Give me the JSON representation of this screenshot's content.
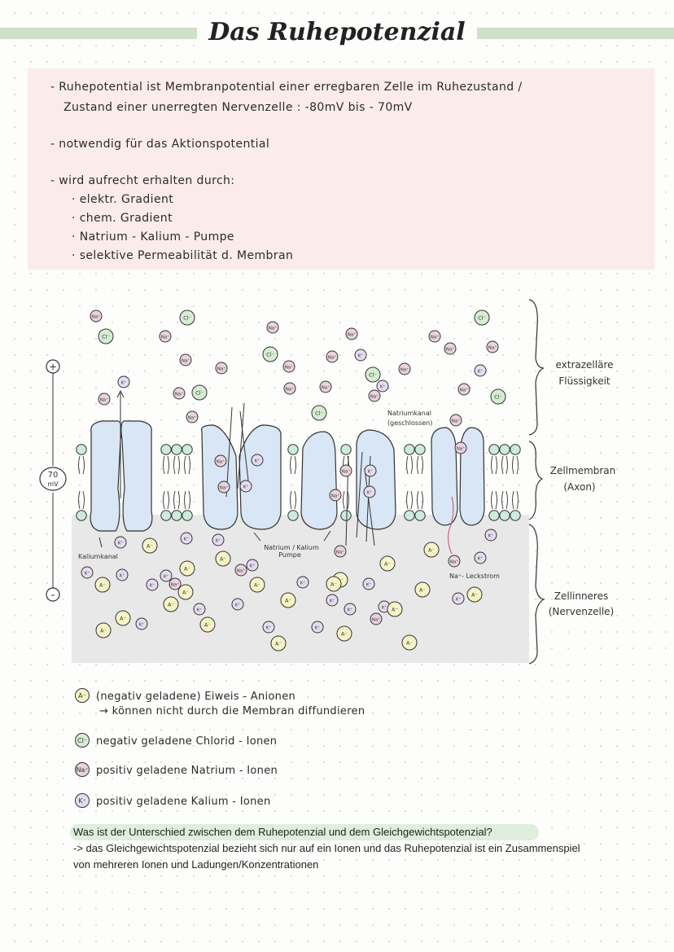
{
  "title": "Das Ruhepotenzial",
  "intro": {
    "line1": "- Ruhepotential ist Membranpotential einer erregbaren Zelle im Ruhezustand /",
    "line2": "Zustand einer unerregten Nervenzelle :  -80mV bis  - 70mV",
    "line3": "- notwendig für das Aktionspotential",
    "line4": "- wird aufrecht erhalten durch:",
    "bullets": [
      "· elektr. Gradient",
      "· chem. Gradient",
      "· Natrium - Kalium - Pumpe",
      "· selektive Permeabilität d. Membran"
    ]
  },
  "diagram": {
    "plus": "+",
    "minus": "-",
    "voltage": "70",
    "voltage_unit": "mV",
    "labels": {
      "extracellular_1": "extrazelläre",
      "extracellular_2": "Flüssigkeit",
      "membrane_1": "Zellmembran",
      "membrane_2": "(Axon)",
      "inner_1": "Zellinneres",
      "inner_2": "(Nervenzelle)",
      "potassium_channel": "Kaliumkanal",
      "pump_1": "Natrium / Kalium",
      "pump_2": "Pumpe",
      "sodium_channel_1": "Natriumkanal",
      "sodium_channel_2": "(geschlossen)",
      "leak_current": "Na⁺- Leckstrom"
    },
    "ion_labels": {
      "na": "Na⁺",
      "k": "K⁺",
      "cl": "Cl⁻",
      "a": "A⁻"
    },
    "colors": {
      "membrane_head": "#cdebdc",
      "channel": "#d8e6f5",
      "cytoplasm": "#e8e8e8",
      "na": "#e9d3de",
      "k": "#e6dcf0",
      "cl": "#d6ecd3",
      "a": "#f6f3c6"
    }
  },
  "legend": [
    {
      "icon": "A⁻",
      "text": "(negativ geladene) Eiweis - Anionen",
      "sub": "→ können nicht durch die Membran diffundieren"
    },
    {
      "icon": "Cl⁻",
      "text": "negativ geladene Chlorid - Ionen"
    },
    {
      "icon": "Na⁺",
      "text": "positiv geladene Natrium - Ionen"
    },
    {
      "icon": "K⁺",
      "text": "positiv geladene Kalium - Ionen"
    }
  ],
  "question": {
    "q": "Was ist der Unterschied zwischen dem Ruhepotenzial und dem Gleichgewichtspotenzial?",
    "a1": "-> das Gleichgewichtspotenzial bezieht sich nur auf ein Ionen und das Ruhepotenzial ist ein Zusammenspiel",
    "a2": "von mehreren Ionen und Ladungen/Konzentrationen"
  }
}
